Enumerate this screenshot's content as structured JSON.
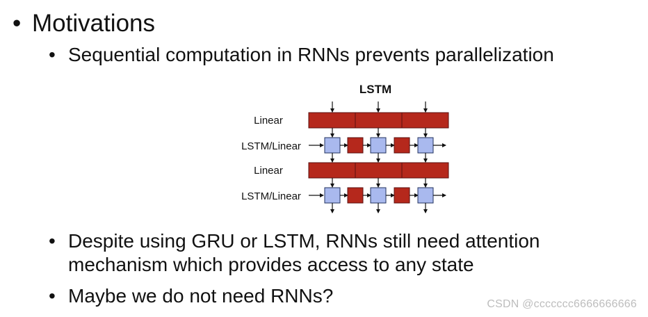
{
  "slide": {
    "bullet_char": "•",
    "heading": "Motivations",
    "bullets": [
      "Sequential computation in RNNs prevents parallelization",
      "Despite using GRU or LSTM, RNNs still need attention mechanism which provides access to any state",
      "Maybe we do not need RNNs?"
    ]
  },
  "diagram": {
    "title": "LSTM",
    "row_labels": [
      "Linear",
      "LSTM/Linear",
      "Linear",
      "LSTM/Linear"
    ],
    "colors": {
      "linear_fill": "#b5281c",
      "linear_stroke": "#5a1010",
      "lstm_fill": "#a9b9ee",
      "lstm_stroke": "#22325e",
      "arrow": "#111111"
    }
  },
  "watermark": "CSDN @ccccccc6666666666"
}
